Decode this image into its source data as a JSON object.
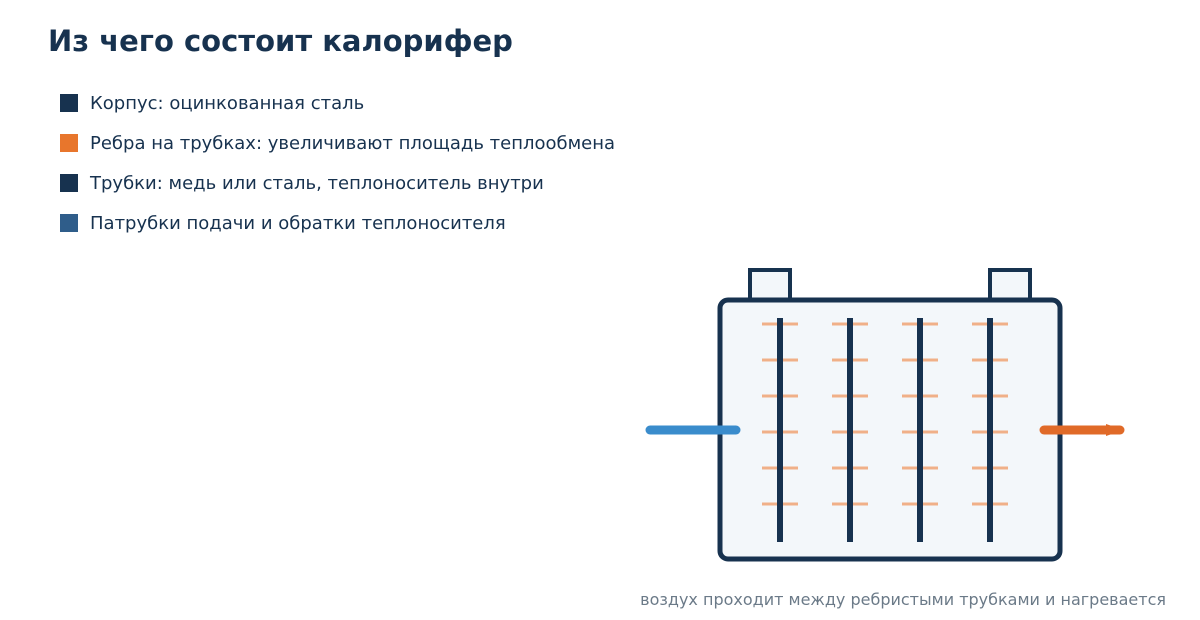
{
  "title": "Из чего состоит калорифер",
  "legend": [
    {
      "label": "Корпус: оцинкованная сталь",
      "color": "#17324f"
    },
    {
      "label": "Ребра на трубках: увеличивают площадь теплообмена",
      "color": "#e8762c"
    },
    {
      "label": "Трубки: медь или сталь, теплоноситель внутри",
      "color": "#17324f"
    },
    {
      "label": "Патрубки подачи и обратки теплоносителя",
      "color": "#2f5d8a"
    }
  ],
  "diagram": {
    "tube_count": 4,
    "fins_per_tube": 6,
    "colors": {
      "body_fill": "#f3f7fa",
      "body_stroke": "#17324f",
      "tube": "#17324f",
      "fin": "#f0b088",
      "inlet": "#3a8ccc",
      "outlet": "#e06a28"
    }
  },
  "caption": "воздух проходит между ребристыми трубками и нагревается"
}
